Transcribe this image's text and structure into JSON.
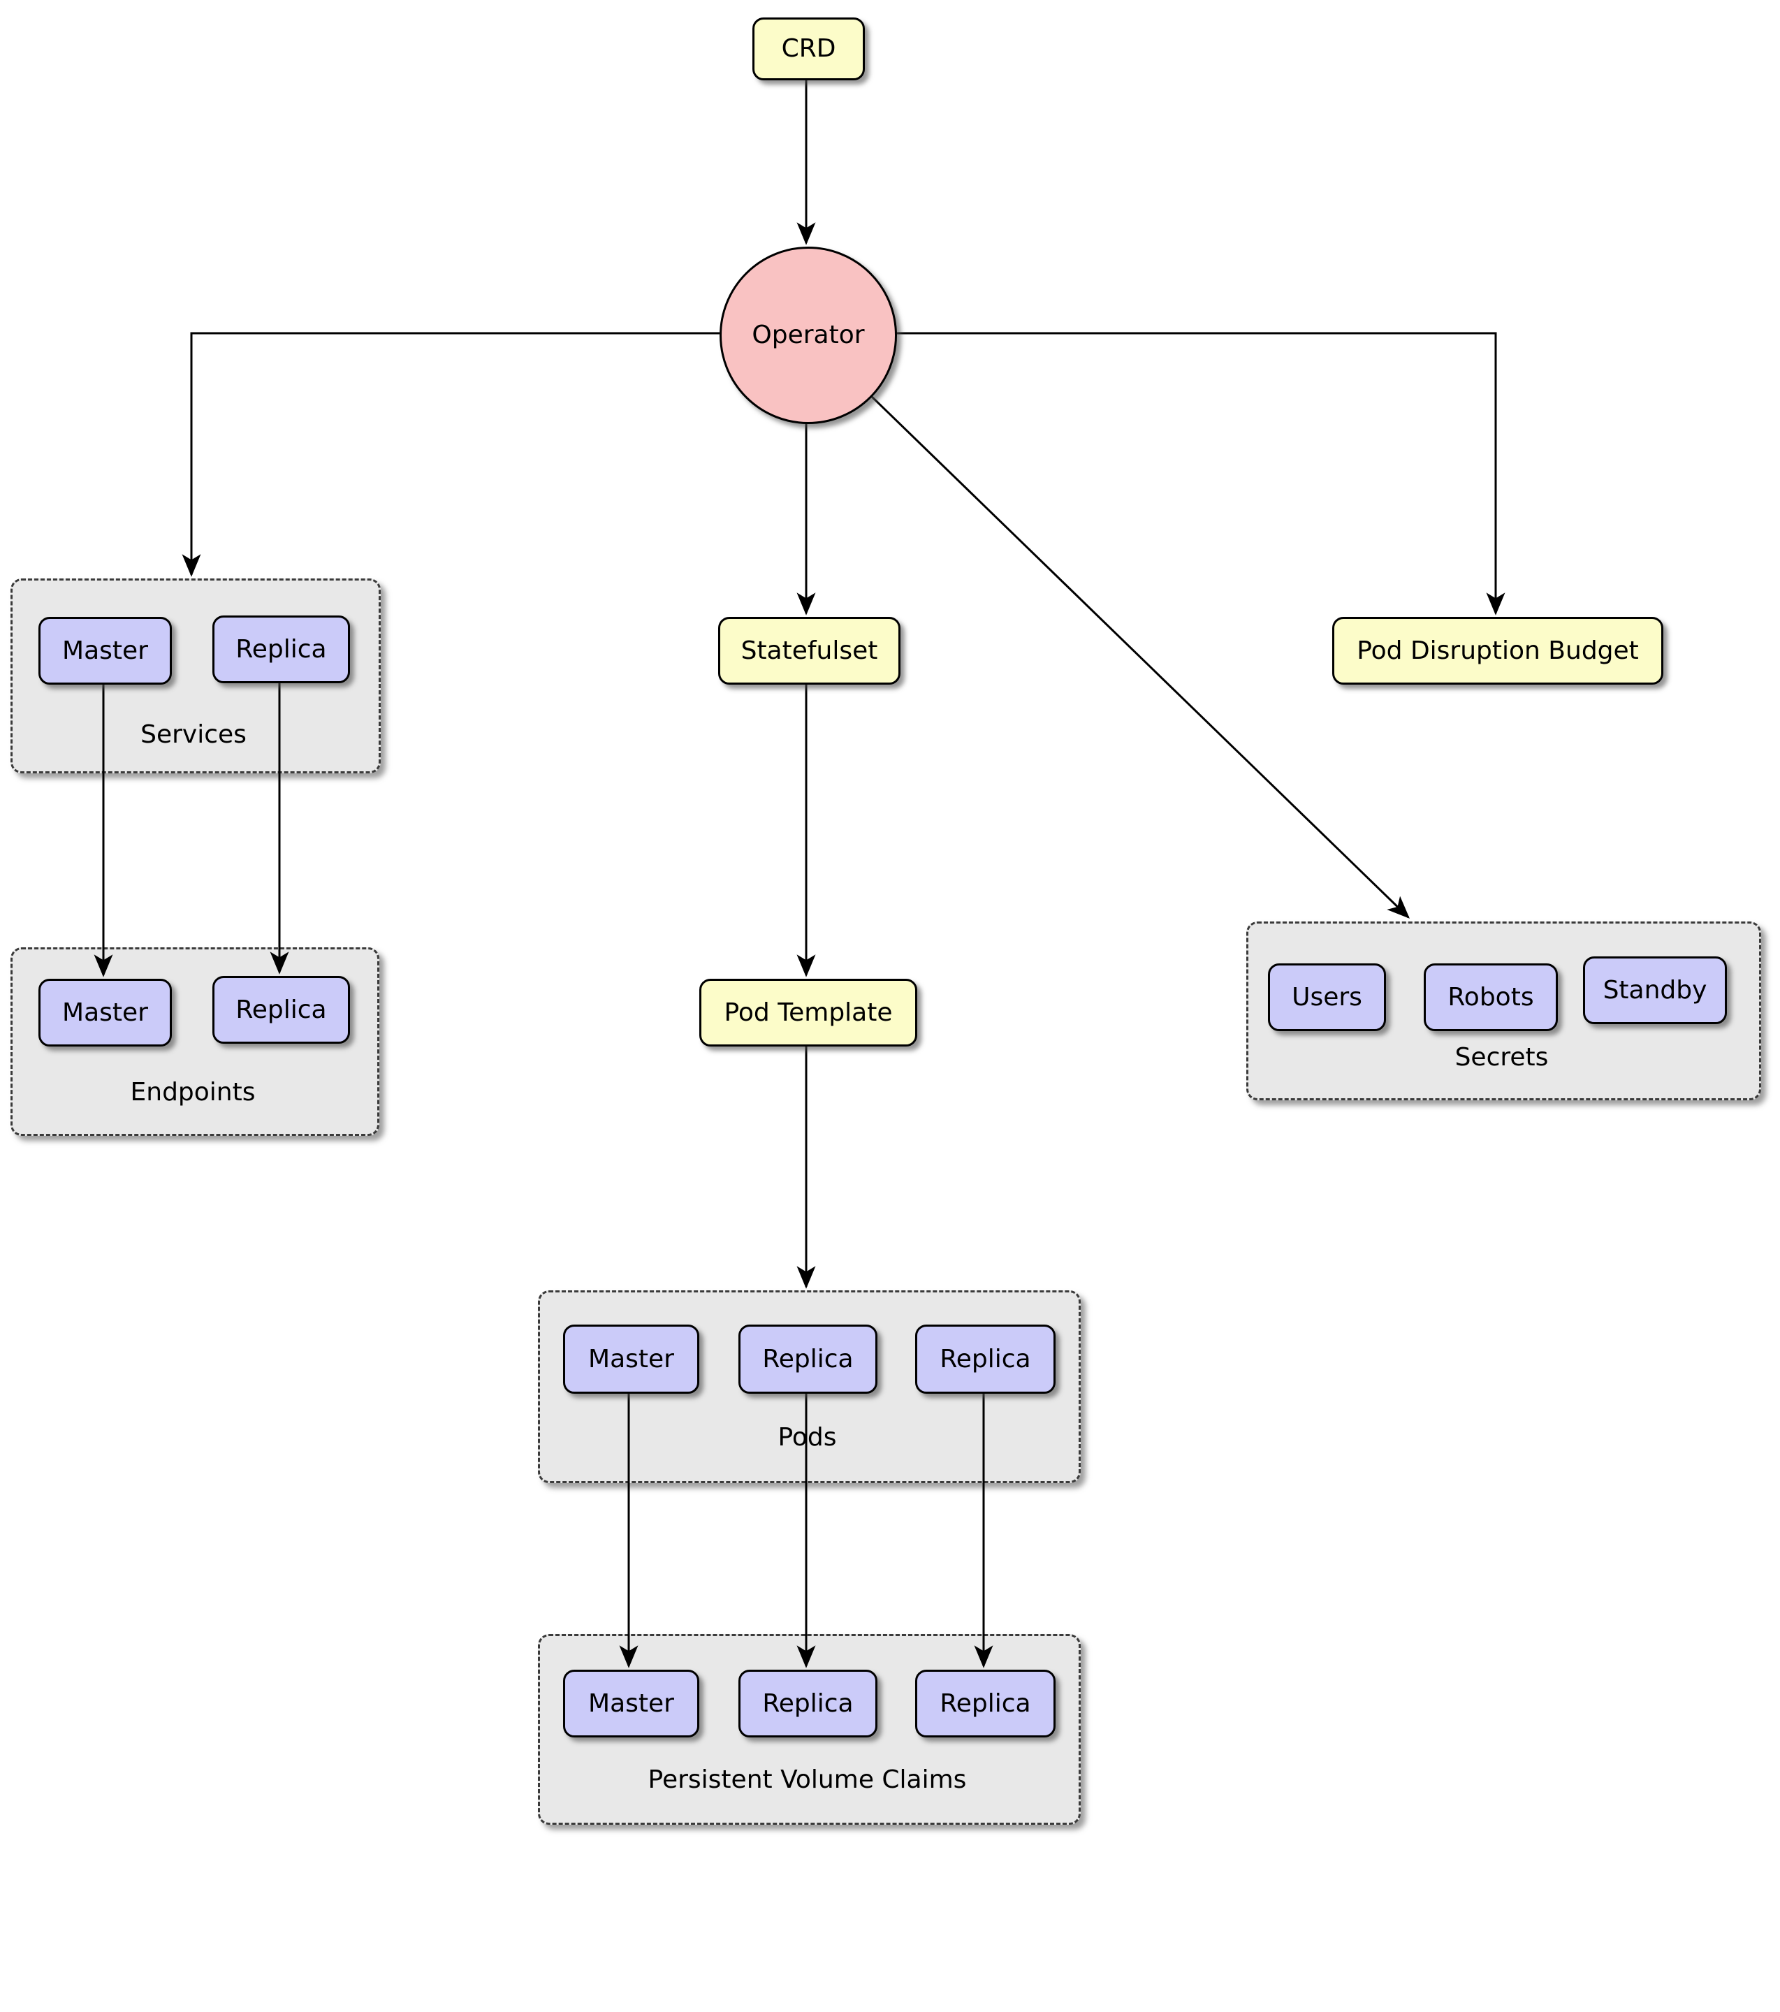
{
  "diagram": {
    "type": "flowchart",
    "nodes": {
      "crd": {
        "label": "CRD"
      },
      "operator": {
        "label": "Operator"
      },
      "statefulset": {
        "label": "Statefulset"
      },
      "pod_template": {
        "label": "Pod Template"
      },
      "pod_disruption_budget": {
        "label": "Pod Disruption Budget"
      }
    },
    "groups": {
      "services": {
        "label": "Services",
        "items": {
          "master": "Master",
          "replica": "Replica"
        }
      },
      "endpoints": {
        "label": "Endpoints",
        "items": {
          "master": "Master",
          "replica": "Replica"
        }
      },
      "pods": {
        "label": "Pods",
        "items": {
          "master": "Master",
          "replica1": "Replica",
          "replica2": "Replica"
        }
      },
      "pvc": {
        "label": "Persistent Volume Claims",
        "items": {
          "master": "Master",
          "replica1": "Replica",
          "replica2": "Replica"
        }
      },
      "secrets": {
        "label": "Secrets",
        "items": {
          "users": "Users",
          "robots": "Robots",
          "standby": "Standby"
        }
      }
    },
    "edges": [
      {
        "from": "crd",
        "to": "operator"
      },
      {
        "from": "operator",
        "to": "services"
      },
      {
        "from": "operator",
        "to": "statefulset"
      },
      {
        "from": "operator",
        "to": "secrets"
      },
      {
        "from": "operator",
        "to": "pod_disruption_budget"
      },
      {
        "from": "services.master",
        "to": "endpoints.master"
      },
      {
        "from": "services.replica",
        "to": "endpoints.replica"
      },
      {
        "from": "statefulset",
        "to": "pod_template"
      },
      {
        "from": "pod_template",
        "to": "pods"
      },
      {
        "from": "pods.master",
        "to": "pvc.master"
      },
      {
        "from": "pods.replica1",
        "to": "pvc.replica1"
      },
      {
        "from": "pods.replica2",
        "to": "pvc.replica2"
      }
    ],
    "colors": {
      "node_yellow": "#FCFCC9",
      "node_purple": "#CBCBF9",
      "operator_pink": "#F9C2C2",
      "group_gray": "#E8E8E8"
    }
  }
}
